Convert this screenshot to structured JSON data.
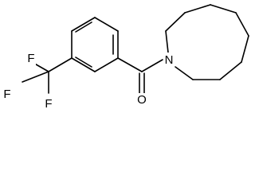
{
  "molecule": {
    "atoms": {
      "n": "N",
      "o": "O",
      "f1": "F",
      "f2": "F",
      "f3": "F"
    }
  }
}
